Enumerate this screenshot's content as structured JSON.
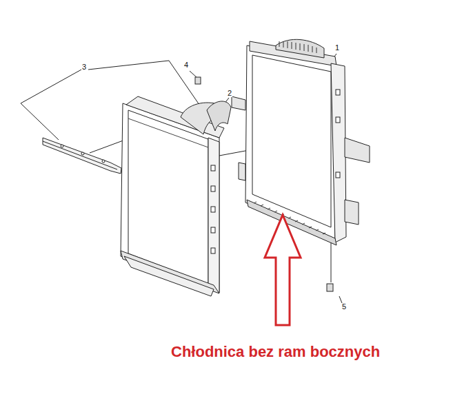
{
  "diagram": {
    "labels": [
      "3",
      "4",
      "1",
      "2",
      "5",
      "Chłodnica bez ram bocznych"
    ]
  }
}
